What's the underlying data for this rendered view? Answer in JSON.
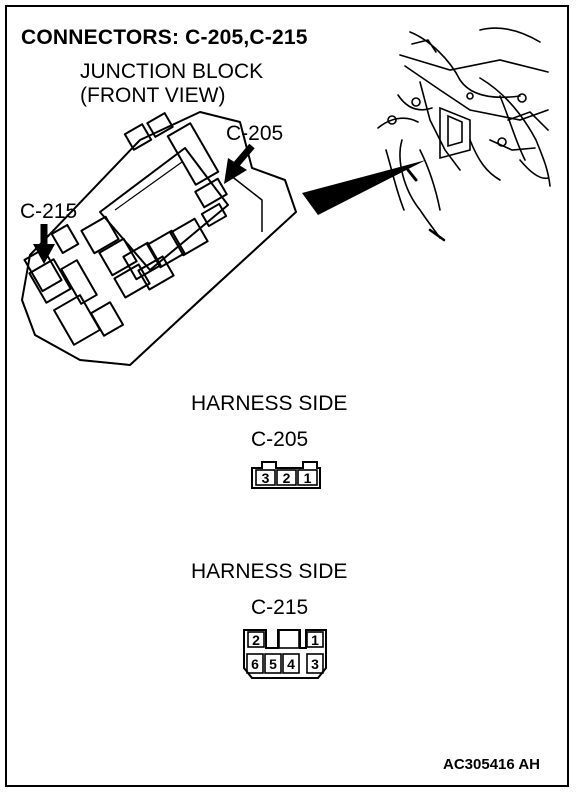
{
  "title": "CONNECTORS: C-205,C-215",
  "junction_block": {
    "line1": "JUNCTION BLOCK",
    "line2": "(FRONT VIEW)"
  },
  "callouts": {
    "c205": "C-205",
    "c215": "C-215"
  },
  "connectors": [
    {
      "side_label": "HARNESS SIDE",
      "name": "C-205",
      "pins": [
        "3",
        "2",
        "1"
      ]
    },
    {
      "side_label": "HARNESS SIDE",
      "name": "C-215",
      "top_pins": [
        "2",
        "1"
      ],
      "bottom_pins": [
        "6",
        "5",
        "4",
        "3"
      ]
    }
  ],
  "figure_code": "AC305416 AH"
}
